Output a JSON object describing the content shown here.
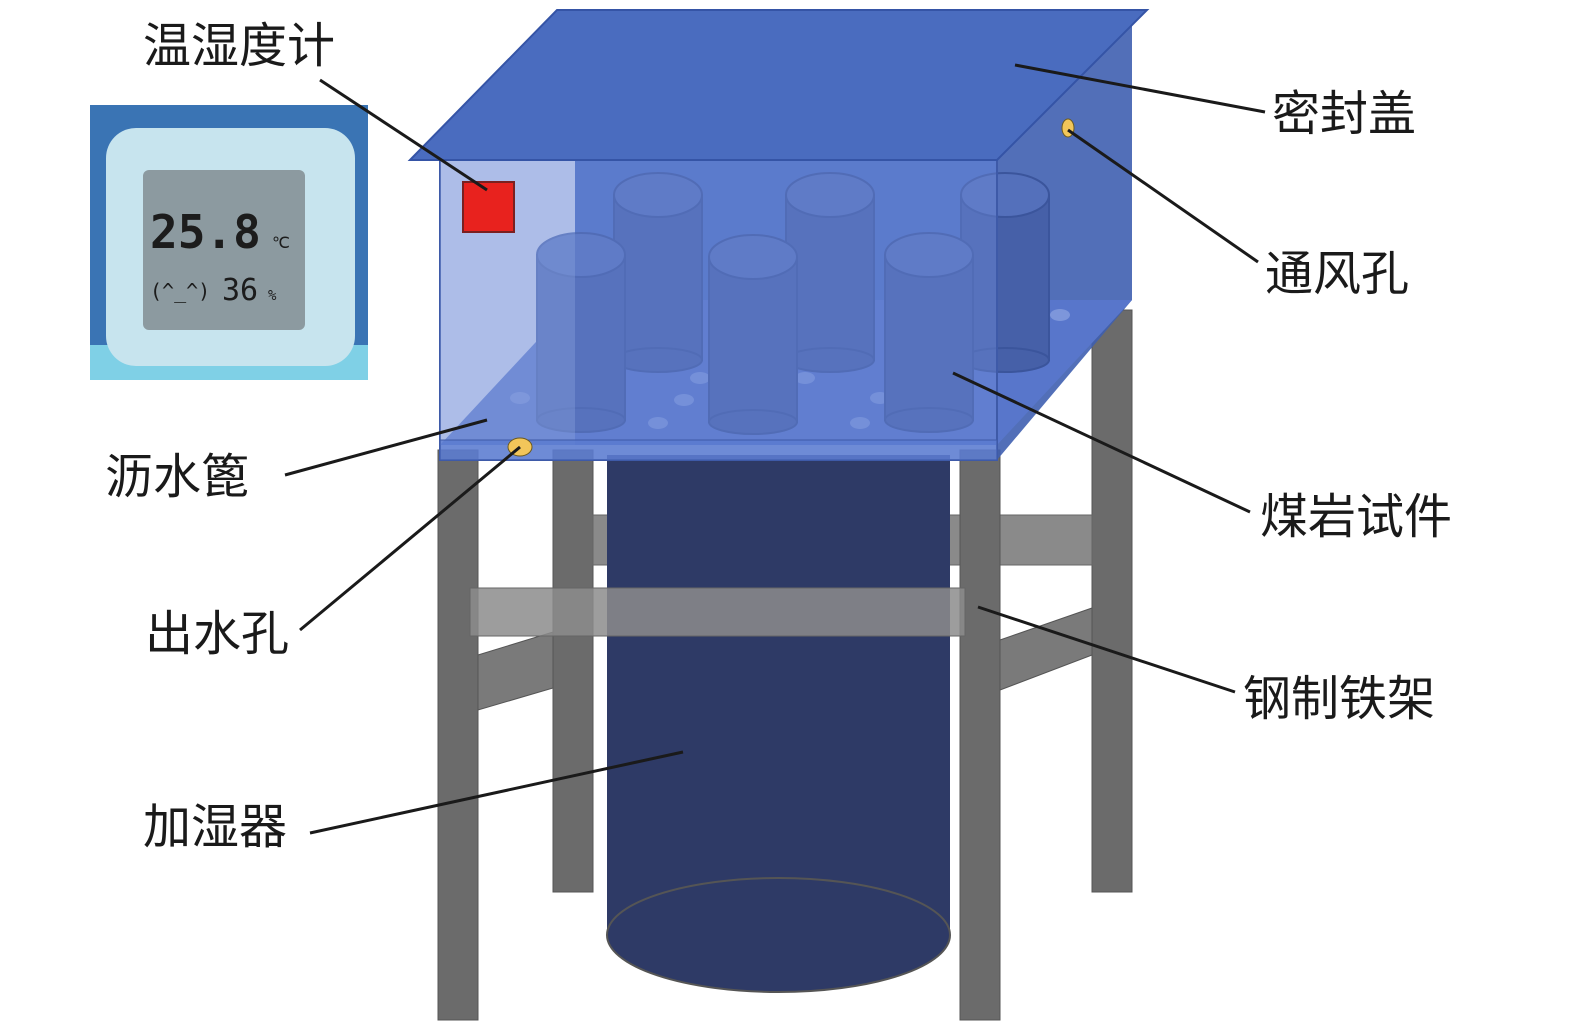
{
  "labels": {
    "thermohygrometer": "温湿度计",
    "sealed_lid": "密封盖",
    "vent_hole": "通风孔",
    "drain_grate": "沥水篦",
    "coal_rock_specimen": "煤岩试件",
    "water_outlet": "出水孔",
    "steel_frame": "钢制铁架",
    "humidifier": "加湿器"
  },
  "thermometer_display": {
    "temperature": "25.8",
    "temp_unit": "℃",
    "face": "(^_^)",
    "humidity": "36",
    "humidity_unit": "%"
  },
  "colors": {
    "lid": "#4a6cbf",
    "box": "#5b7fd0",
    "humidifier": "#2e3a66",
    "frame": "#6b6b6b",
    "sensor": "#e8221e",
    "hole": "#f2c65a"
  }
}
